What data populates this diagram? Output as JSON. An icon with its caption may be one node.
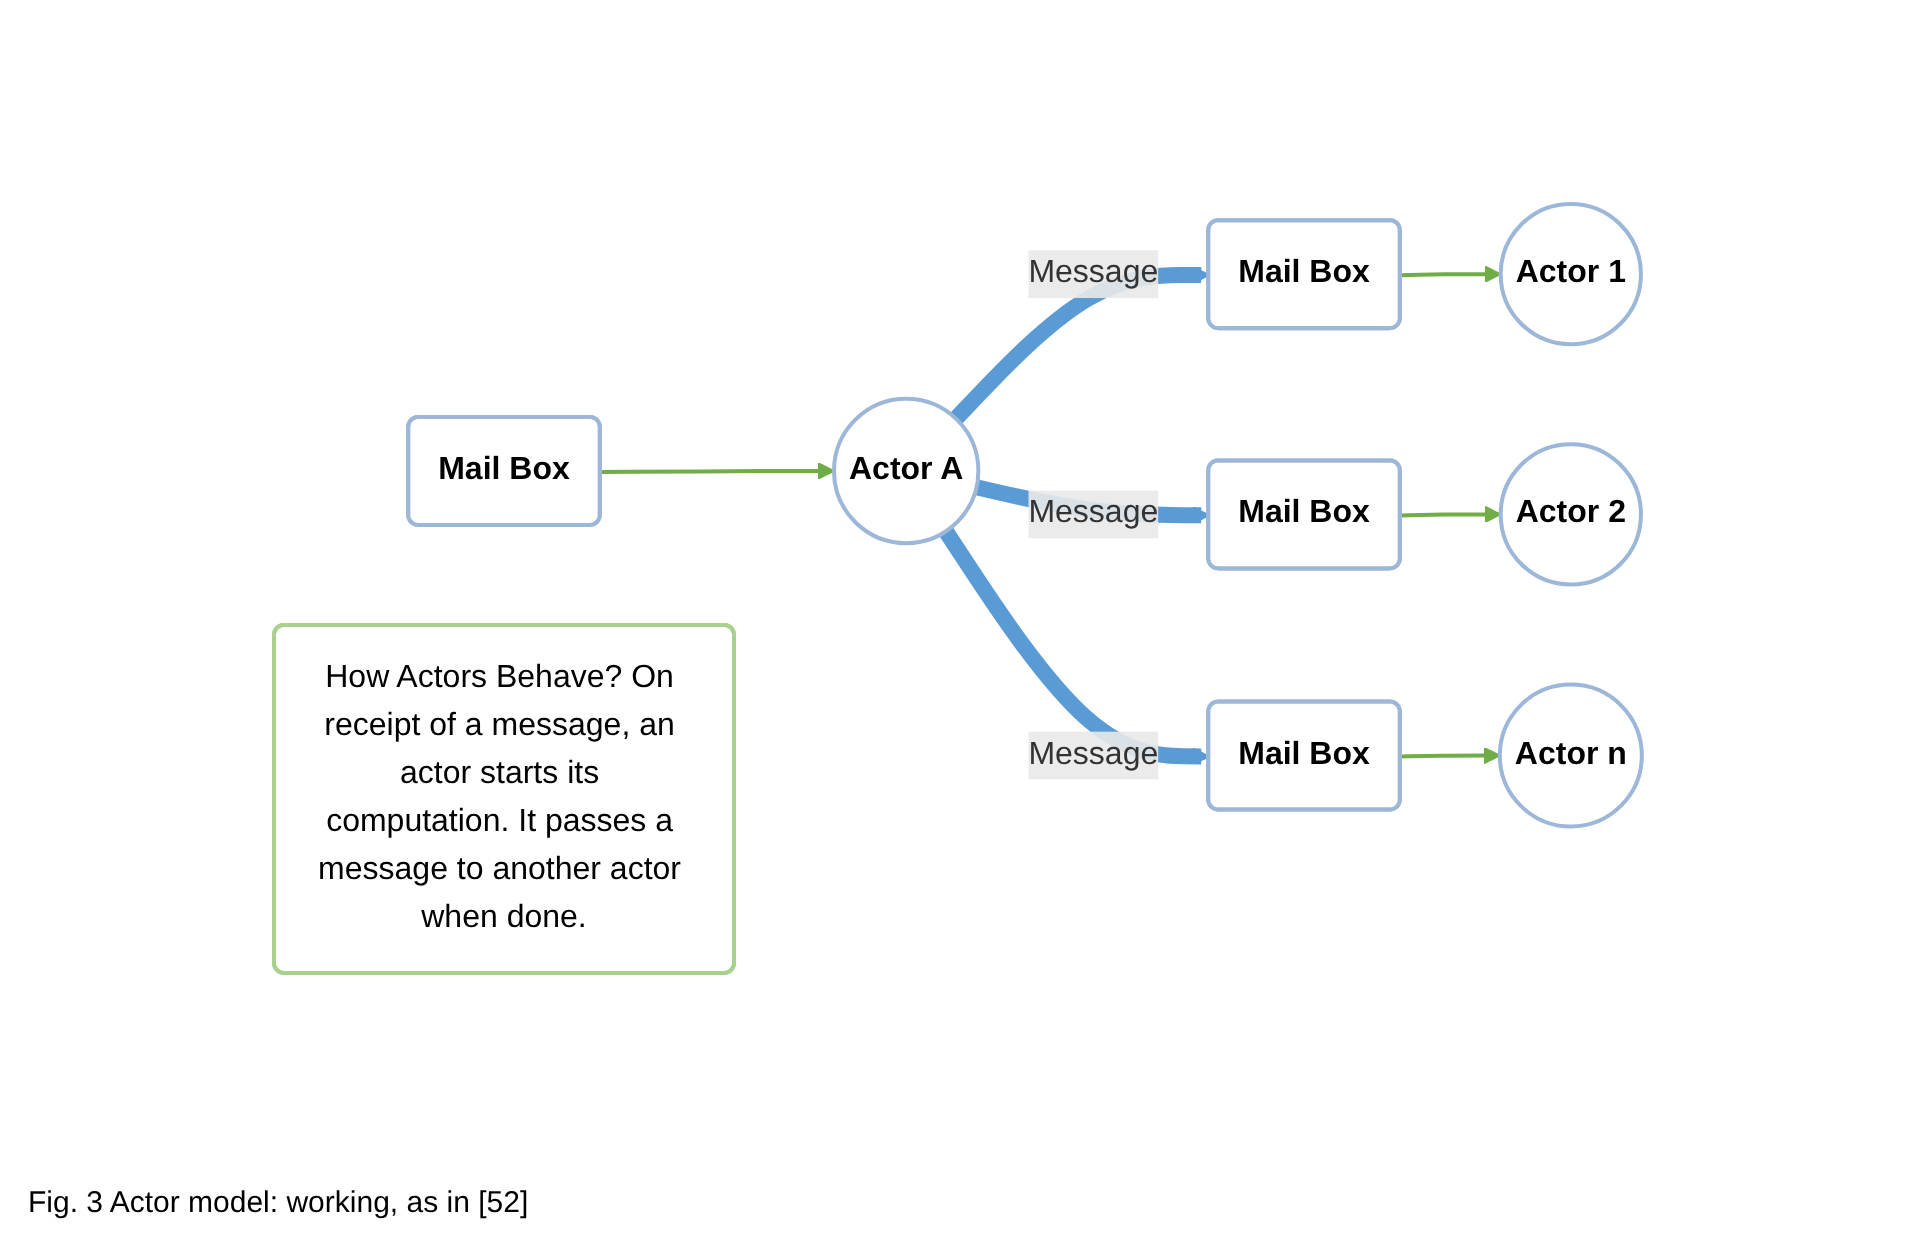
{
  "diagram": {
    "caption": "Fig. 3 Actor model: working, as in [52]",
    "nodes": [
      {
        "text": [
          "Mail Box"
        ]
      },
      {
        "text": [
          "Actor A"
        ]
      },
      {
        "text": [
          "Mail Box"
        ]
      },
      {
        "text": [
          "Actor 1"
        ]
      },
      {
        "text": [
          "Mail Box"
        ]
      },
      {
        "text": [
          "Actor 2"
        ]
      },
      {
        "text": [
          "Mail Box"
        ]
      },
      {
        "text": [
          "Actor n"
        ]
      },
      {
        "text": [
          "How Actors Behave? On receipt of a message, an actor starts its computation. It passes a message to another actor when done."
        ]
      }
    ],
    "edges": [
      {
        "from": 0,
        "to": 1,
        "arrow": "to"
      },
      {
        "from": 1,
        "to": 2,
        "arrow": "to",
        "label": "Message",
        "style": "thick",
        "color": "#5b9bd5"
      },
      {
        "from": 1,
        "to": 4,
        "arrow": "to",
        "label": "Message",
        "style": "thick",
        "color": "#5b9bd5"
      },
      {
        "from": 1,
        "to": 6,
        "arrow": "to",
        "label": "Message",
        "style": "thick",
        "color": "#5b9bd5"
      },
      {
        "from": 2,
        "to": 3,
        "arrow": "to"
      },
      {
        "from": 4,
        "to": 5,
        "arrow": "to"
      },
      {
        "from": 6,
        "to": 7,
        "arrow": "to"
      }
    ]
  }
}
